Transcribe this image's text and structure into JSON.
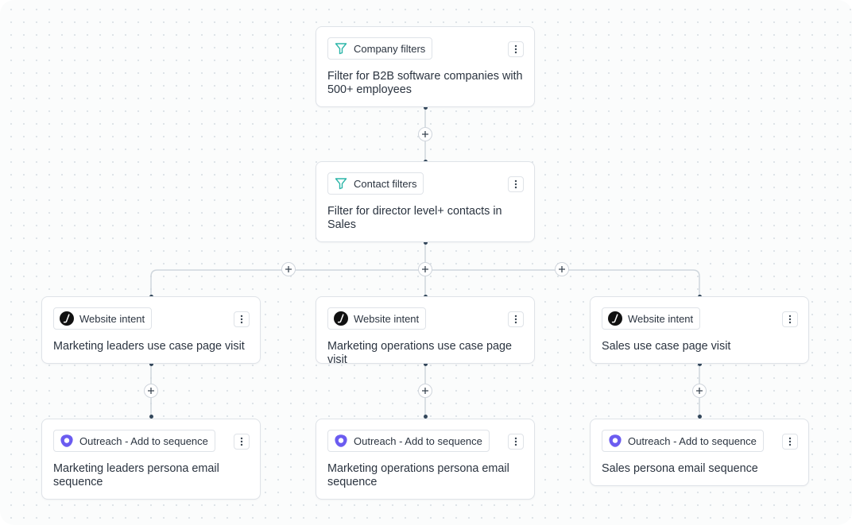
{
  "nodes": {
    "company_filters": {
      "chip_label": "Company filters",
      "description": "Filter for B2B software companies with 500+ employees",
      "icon": "funnel-icon"
    },
    "contact_filters": {
      "chip_label": "Contact filters",
      "description": "Filter for director level+ contacts in Sales",
      "icon": "funnel-icon"
    },
    "intent_marketing_leaders": {
      "chip_label": "Website intent",
      "description": "Marketing leaders use case page visit",
      "icon": "website-intent-icon"
    },
    "intent_marketing_ops": {
      "chip_label": "Website intent",
      "description": "Marketing operations use case page visit",
      "icon": "website-intent-icon"
    },
    "intent_sales": {
      "chip_label": "Website intent",
      "description": "Sales use case page visit",
      "icon": "website-intent-icon"
    },
    "outreach_marketing_leaders": {
      "chip_label": "Outreach - Add to sequence",
      "description": "Marketing leaders persona email sequence",
      "icon": "outreach-icon"
    },
    "outreach_marketing_ops": {
      "chip_label": "Outreach - Add to sequence",
      "description": "Marketing operations persona email sequence",
      "icon": "outreach-icon"
    },
    "outreach_sales": {
      "chip_label": "Outreach - Add to sequence",
      "description": "Sales persona email sequence",
      "icon": "outreach-icon"
    }
  },
  "colors": {
    "funnel": "#2bb5a8",
    "outreach": "#6b5cf0",
    "intent": "#111111",
    "connector": "#cfd6dd",
    "dot": "#33475b"
  }
}
